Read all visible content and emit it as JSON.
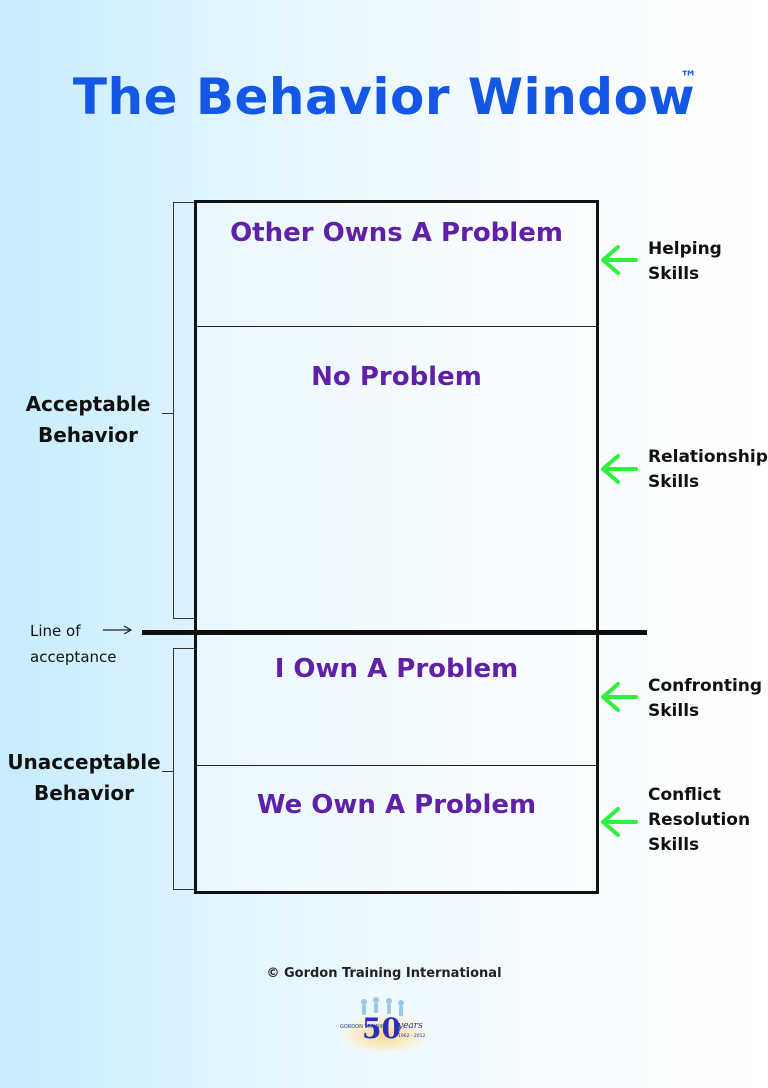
{
  "title": "The Behavior Window",
  "trademark": "™",
  "quadrants": [
    {
      "label": "Other Owns A Problem"
    },
    {
      "label": "No Problem"
    },
    {
      "label": "I Own A Problem"
    },
    {
      "label": "We Own A Problem"
    }
  ],
  "left_labels": {
    "acceptable": [
      "Acceptable",
      "Behavior"
    ],
    "unacceptable": [
      "Unacceptable",
      "Behavior"
    ],
    "line_of_acceptance": [
      "Line of",
      "acceptance"
    ]
  },
  "skills": [
    {
      "lines": [
        "Helping",
        "Skills"
      ]
    },
    {
      "lines": [
        "Relationship",
        "Skills"
      ]
    },
    {
      "lines": [
        "Confronting",
        "Skills"
      ]
    },
    {
      "lines": [
        "Conflict",
        "Resolution",
        "Skills"
      ]
    }
  ],
  "copyright": "© Gordon Training International",
  "logo": {
    "name": "gordon-training-50-years-logo",
    "small_text": "GORDON TRAINING",
    "number": "50",
    "script": "years",
    "range": "1962 - 2012"
  },
  "colors": {
    "title": "#1457e6",
    "quadrant_text": "#6020a8",
    "arrow": "#2ff03a"
  }
}
